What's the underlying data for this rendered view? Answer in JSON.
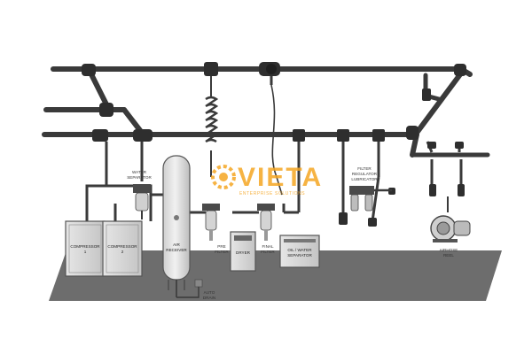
{
  "labels": {
    "water_separator": [
      "WATER",
      "SEPARATOR"
    ],
    "compressor_1": [
      "COMPRESSOR",
      "1"
    ],
    "compressor_2": [
      "COMPRESSOR",
      "2"
    ],
    "air_receiver": [
      "AIR",
      "RECEIVER"
    ],
    "pre_filter": [
      "PRE",
      "FILTER"
    ],
    "dryer": [
      "DRYER"
    ],
    "final_filter": [
      "FINAL",
      "FILTER"
    ],
    "oil_water_separator": [
      "OIL / WATER",
      "SEPARATOR"
    ],
    "frl": [
      "FILTER",
      "REGULATOR",
      "LUBRICATOR"
    ],
    "airhose_reel": [
      "AIRHOSE",
      "REEL"
    ],
    "auto_drain": [
      "AUTO",
      "DRAIN"
    ]
  },
  "watermark": {
    "brand": "VIETA",
    "tagline": "ENTERPRISE SOLUTIONS",
    "color": "#f5a623"
  },
  "colors": {
    "floor": "#6d6d6d",
    "pipe": "#3a3a3a",
    "equipment_fill": "#d9d9d9",
    "equipment_stroke": "#555555"
  }
}
